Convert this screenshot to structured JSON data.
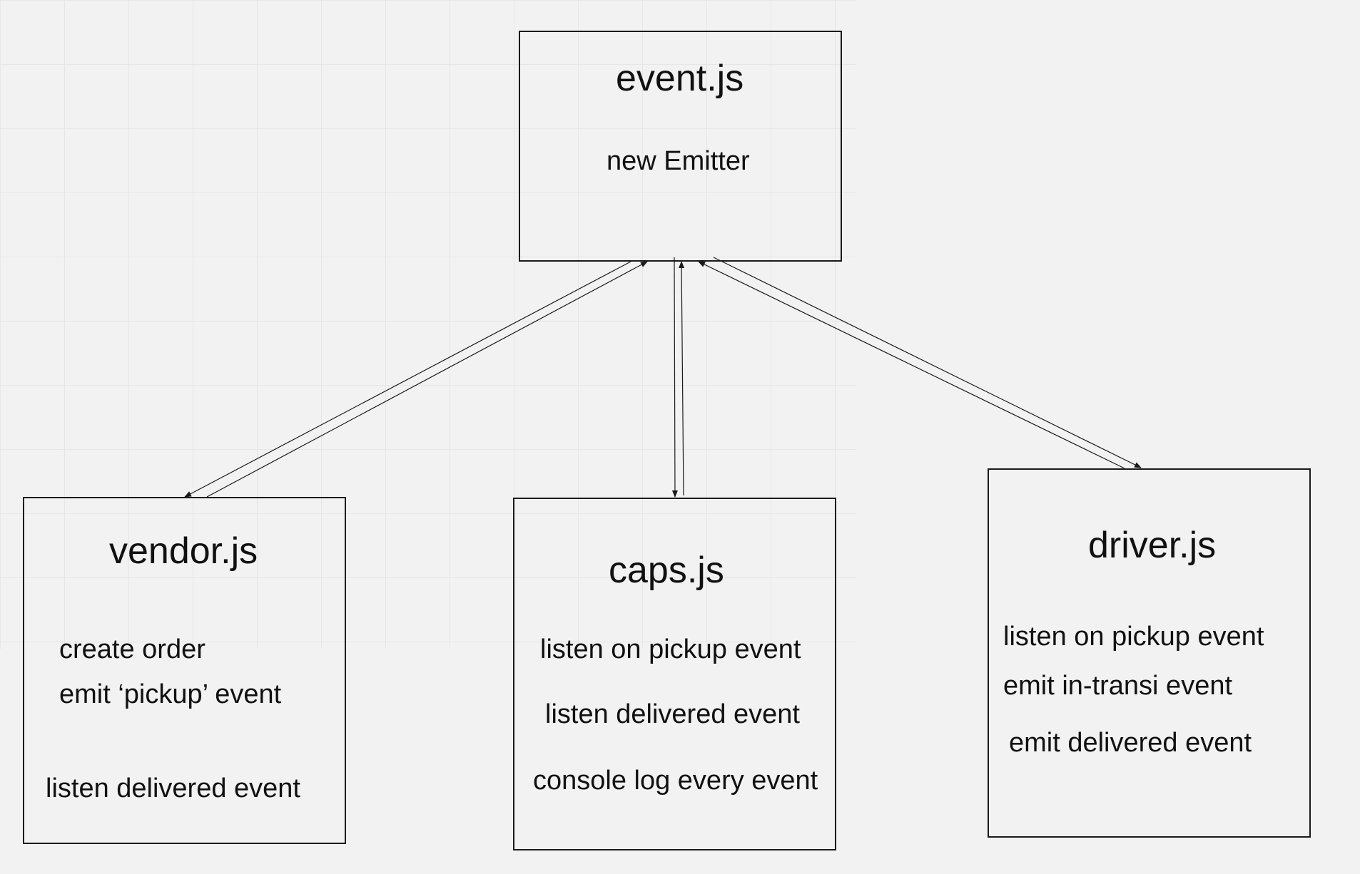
{
  "event": {
    "title": "event.js",
    "subtitle": "new Emitter"
  },
  "vendor": {
    "title": "vendor.js",
    "line1": "create order",
    "line2": "emit ‘pickup’ event",
    "line3": "listen delivered event"
  },
  "caps": {
    "title": "caps.js",
    "line1": "listen on pickup event",
    "line2": "listen delivered event",
    "line3": "console log every event"
  },
  "driver": {
    "title": "driver.js",
    "line1": "listen on pickup event",
    "line2": "emit in-transi event",
    "line3": "emit delivered event"
  },
  "colors": {
    "background": "#f2f2f2",
    "stroke": "#1a1a1a",
    "text": "#111111"
  }
}
